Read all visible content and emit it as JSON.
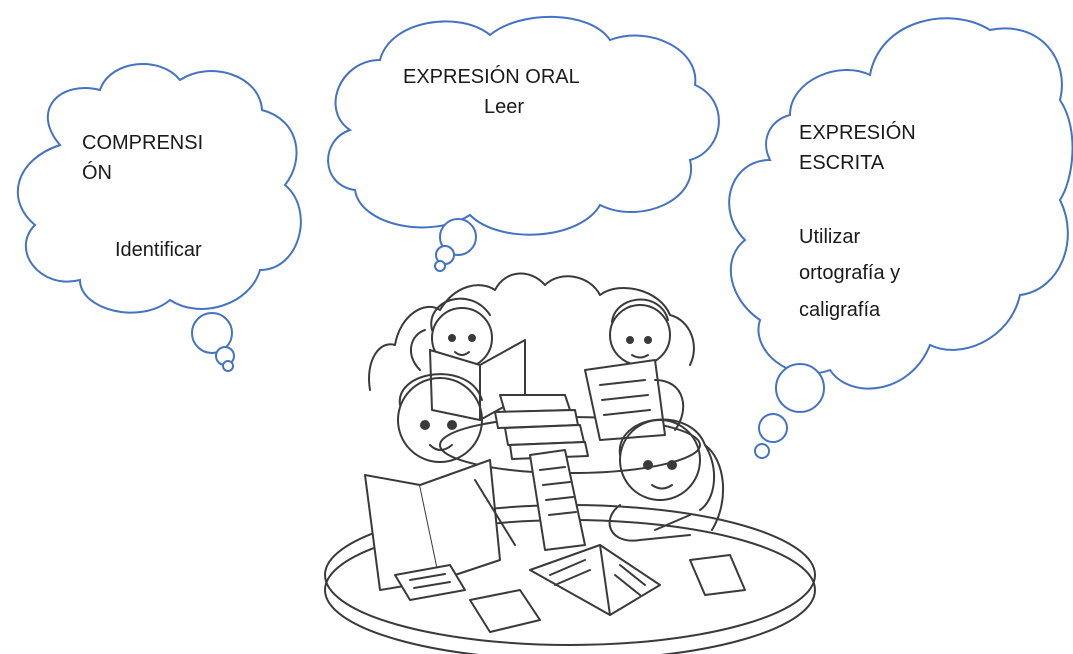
{
  "colors": {
    "cloud_stroke": "#4472C4",
    "line_art": "#3a3a3a",
    "background": "#ffffff"
  },
  "clouds": [
    {
      "id": "comprension",
      "lines": [
        "COMPRENSI",
        "ÓN"
      ],
      "detail": "Identificar"
    },
    {
      "id": "expresion_oral",
      "lines": [
        "EXPRESIÓN ORAL"
      ],
      "detail": "Leer"
    },
    {
      "id": "expresion_escrita",
      "lines": [
        "EXPRESIÓN",
        "ESCRITA"
      ],
      "detail_lines": [
        "Utilizar",
        "ortografía y",
        "caligrafía"
      ]
    }
  ],
  "illustration": {
    "subject": "children-reading-at-table"
  }
}
